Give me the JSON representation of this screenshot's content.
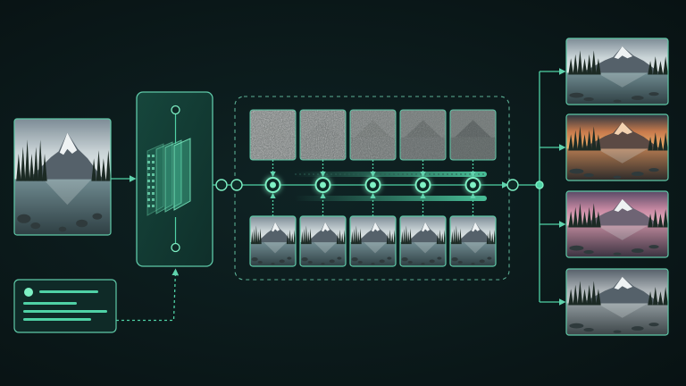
{
  "diagram": {
    "type": "image-diffusion-pipeline",
    "colors": {
      "background": "#0b1a1b",
      "accent": "#4fd1a5",
      "accent_light": "#7ef0c4",
      "frame": "#5fc9a8",
      "panel_fill": "#123a33"
    },
    "input_image": {
      "icon": "mountain-lake-photo",
      "palette": "day"
    },
    "text_prompt": {
      "icon": "text-prompt-card",
      "lines": 3
    },
    "encoder": {
      "icon": "layered-encoder-block"
    },
    "diffusion": {
      "steps": 5,
      "noise_levels": [
        0.95,
        0.8,
        0.6,
        0.4,
        0.25
      ]
    },
    "outputs": [
      {
        "palette": "day"
      },
      {
        "palette": "sunset"
      },
      {
        "palette": "pink"
      },
      {
        "palette": "mist"
      }
    ]
  }
}
